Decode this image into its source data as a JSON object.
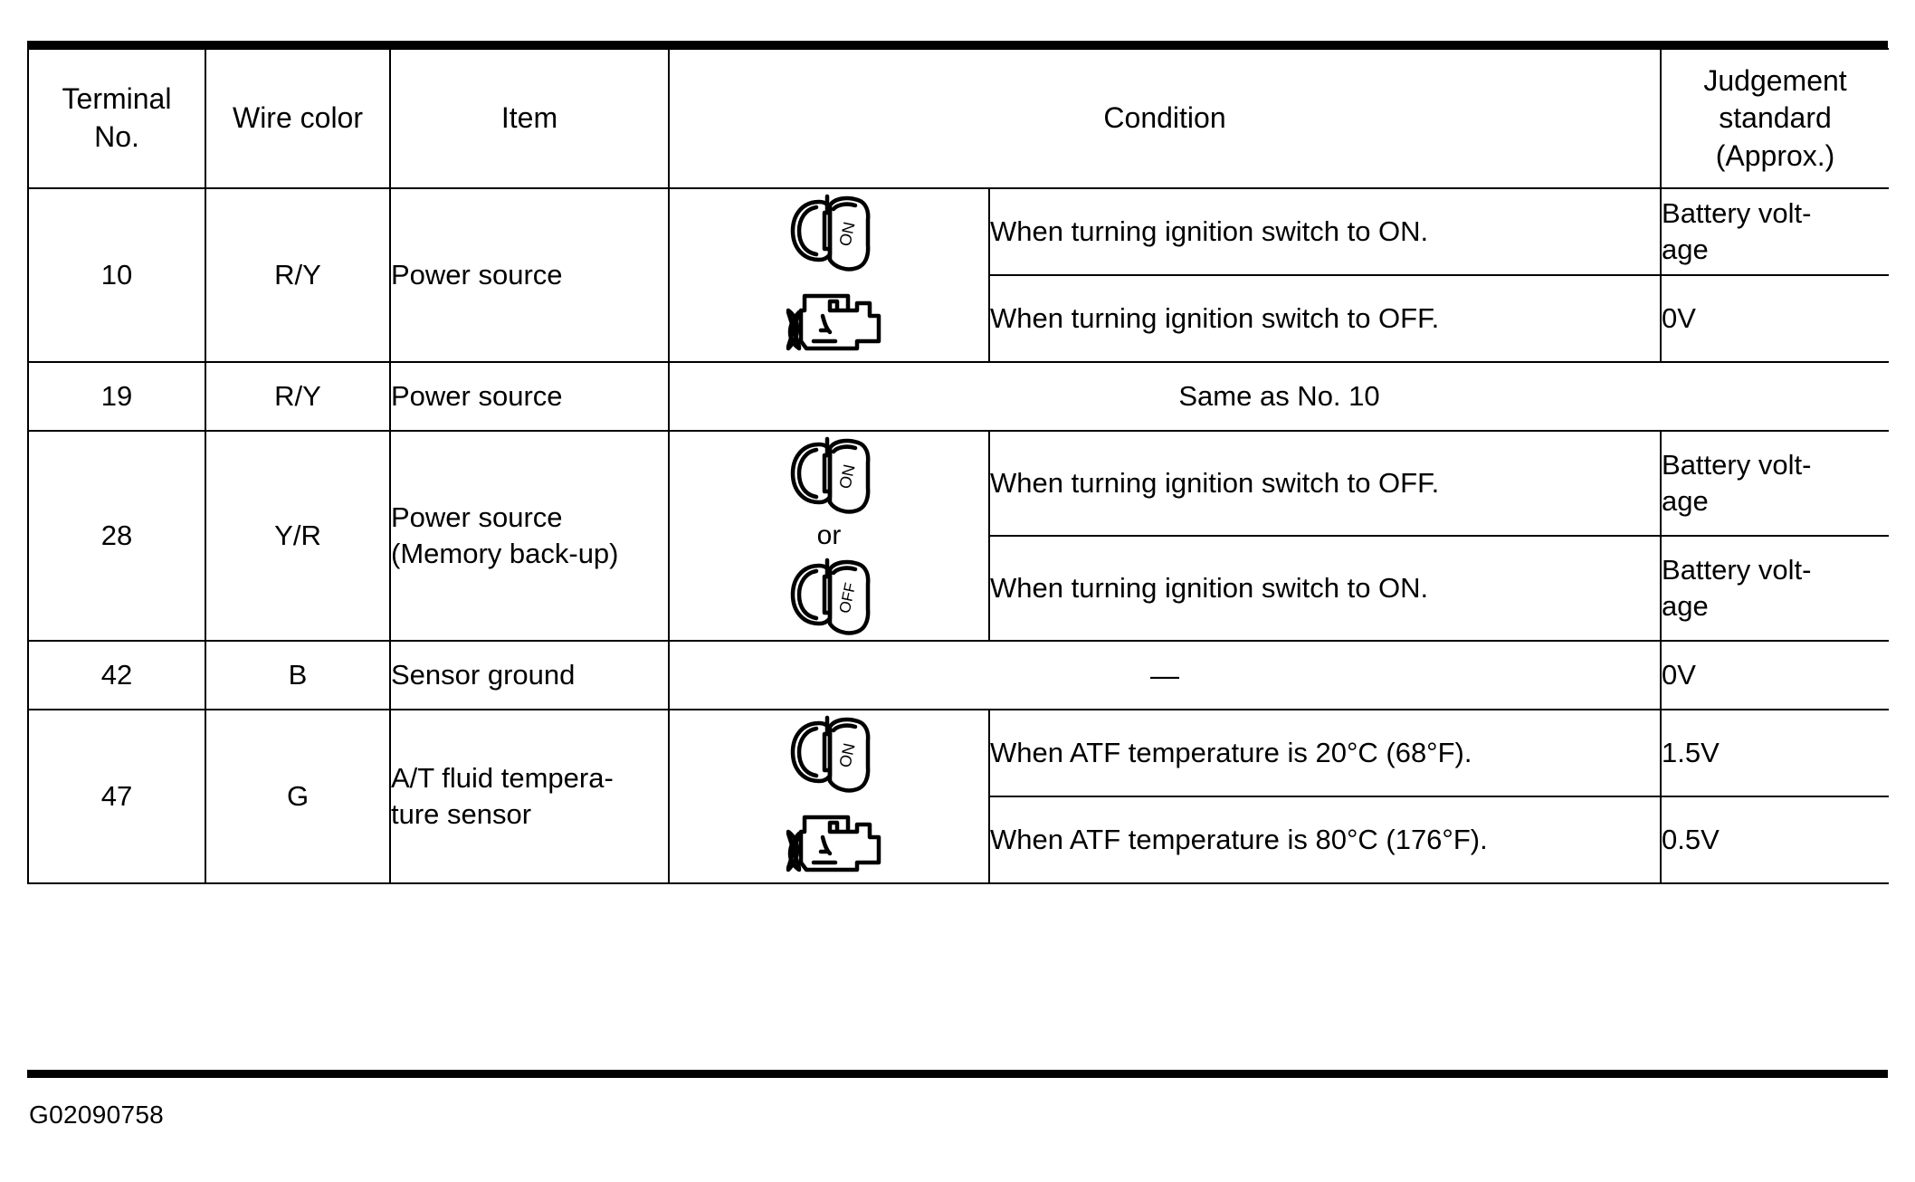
{
  "table": {
    "headers": {
      "terminal_no": "Terminal\nNo.",
      "terminal_no_line1": "Terminal",
      "terminal_no_line2": "No.",
      "wire_color": "Wire color",
      "item": "Item",
      "condition": "Condition",
      "judgement_line1": "Judgement",
      "judgement_line2": "standard",
      "judgement_line3": "(Approx.)"
    },
    "rows": [
      {
        "terminal_no": "10",
        "wire_color": "R/Y",
        "item": "Power source",
        "icons": [
          "ignition-key-on-icon",
          "engine-icon"
        ],
        "conditions": [
          {
            "text": "When turning ignition switch to ON.",
            "judgement": "Battery volt-\nage",
            "judgement_line1": "Battery volt-",
            "judgement_line2": "age"
          },
          {
            "text": "When turning ignition switch to OFF.",
            "judgement": "0V",
            "judgement_line1": "0V",
            "judgement_line2": ""
          }
        ]
      },
      {
        "terminal_no": "19",
        "wire_color": "R/Y",
        "item": "Power source",
        "icons": [],
        "span_text": "Same as No. 10"
      },
      {
        "terminal_no": "28",
        "wire_color": "Y/R",
        "item": "Power source\n(Memory back-up)",
        "item_line1": "Power source",
        "item_line2": "(Memory back-up)",
        "icons": [
          "ignition-key-on-icon",
          "or",
          "ignition-key-off-icon"
        ],
        "or_label": "or",
        "conditions": [
          {
            "text": "When turning ignition switch to OFF.",
            "judgement": "Battery volt-\nage",
            "judgement_line1": "Battery volt-",
            "judgement_line2": "age"
          },
          {
            "text": "When turning ignition switch to ON.",
            "judgement": "Battery volt-\nage",
            "judgement_line1": "Battery volt-",
            "judgement_line2": "age"
          }
        ]
      },
      {
        "terminal_no": "42",
        "wire_color": "B",
        "item": "Sensor ground",
        "icons": [],
        "condition_dash": "—",
        "judgement": "0V"
      },
      {
        "terminal_no": "47",
        "wire_color": "G",
        "item": "A/T fluid tempera-\nture sensor",
        "item_line1": "A/T fluid tempera-",
        "item_line2": "ture sensor",
        "icons": [
          "ignition-key-on-icon",
          "engine-icon"
        ],
        "conditions": [
          {
            "text": "When ATF temperature is 20°C (68°F).",
            "judgement": "1.5V",
            "judgement_line1": "1.5V",
            "judgement_line2": ""
          },
          {
            "text": "When ATF temperature is 80°C (176°F).",
            "judgement": "0.5V",
            "judgement_line1": "0.5V",
            "judgement_line2": ""
          }
        ]
      }
    ]
  },
  "footer": {
    "code": "G02090758"
  },
  "icon_labels": {
    "key_on": "ON",
    "key_off": "OFF"
  },
  "colors": {
    "ink": "#000000",
    "paper": "#ffffff"
  }
}
